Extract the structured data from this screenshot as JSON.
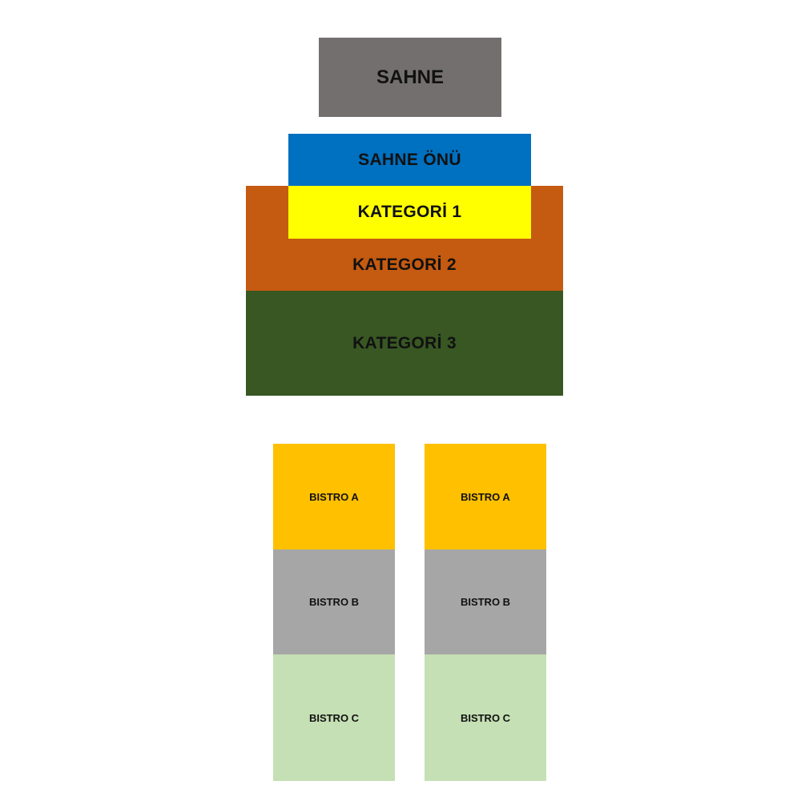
{
  "stage": {
    "label": "SAHNE",
    "color": "#736f6e"
  },
  "front_stage": {
    "label": "SAHNE ÖNÜ",
    "color": "#0070c0"
  },
  "category_1": {
    "label": "KATEGORİ 1",
    "color": "#ffff00"
  },
  "category_2": {
    "label": "KATEGORİ 2",
    "color": "#c55a11"
  },
  "category_3": {
    "label": "KATEGORİ 3",
    "color": "#385723"
  },
  "bistro_left": {
    "a": {
      "label": "BISTRO A",
      "color": "#ffc000"
    },
    "b": {
      "label": "BISTRO B",
      "color": "#a6a6a6"
    },
    "c": {
      "label": "BISTRO C",
      "color": "#c5e0b4"
    }
  },
  "bistro_right": {
    "a": {
      "label": "BISTRO A",
      "color": "#ffc000"
    },
    "b": {
      "label": "BISTRO B",
      "color": "#a6a6a6"
    },
    "c": {
      "label": "BISTRO C",
      "color": "#c5e0b4"
    }
  }
}
